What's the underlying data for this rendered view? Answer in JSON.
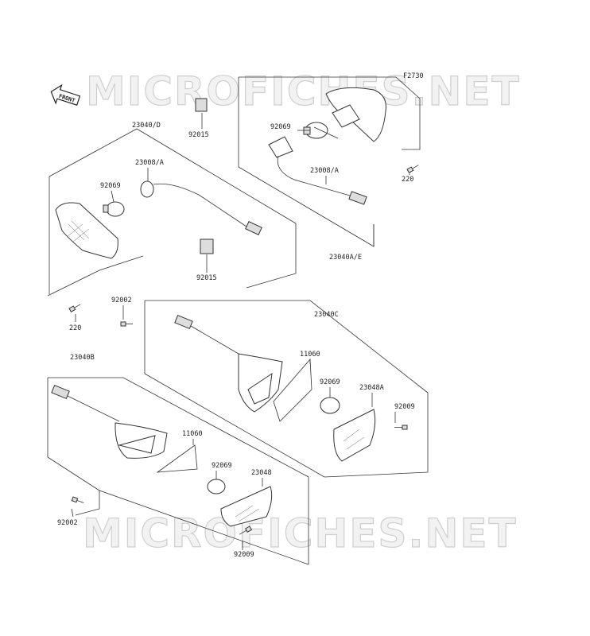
{
  "diagram": {
    "figure_code": "F2730",
    "front_label": "FRONT",
    "watermark": "MICROFICHES.NET",
    "parts": {
      "p_92015_top": "92015",
      "p_23040D": "23040/D",
      "p_23008A_left": "23008/A",
      "p_92069_left": "92069",
      "p_92015_mid": "92015",
      "p_220_left": "220",
      "p_92069_top": "92069",
      "p_23008A_right": "23008/A",
      "p_220_right": "220",
      "p_23040AE": "23040A/E",
      "p_92002_mid": "92002",
      "p_23040C": "23040C",
      "p_11060_right": "11060",
      "p_92069_right": "92069",
      "p_23048A": "23048A",
      "p_92009_right": "92009",
      "p_23040B": "23040B",
      "p_11060_left": "11060",
      "p_92069_bottom": "92069",
      "p_23048": "23048",
      "p_92002_bottom": "92002",
      "p_92009_bottom": "92009"
    }
  }
}
